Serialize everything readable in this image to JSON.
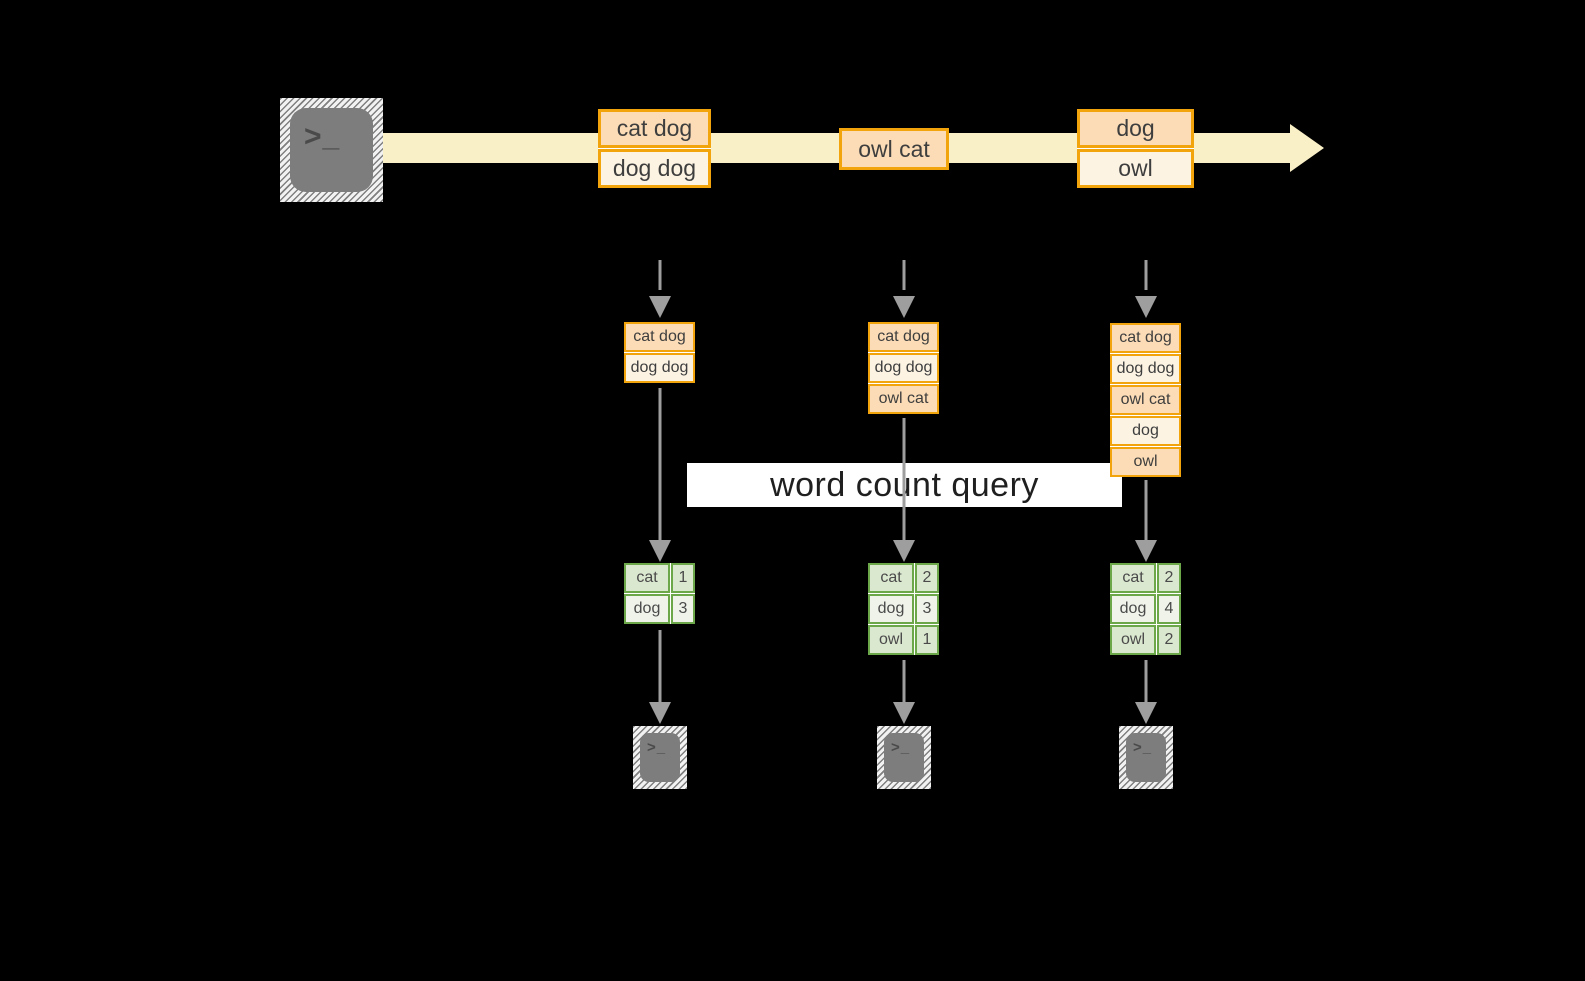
{
  "stream": {
    "source_prompt": ">_",
    "batches": [
      {
        "rows": [
          "cat dog",
          "dog dog"
        ]
      },
      {
        "rows": [
          "owl cat"
        ]
      },
      {
        "rows": [
          "dog",
          "owl"
        ]
      }
    ]
  },
  "query_label": "word count query",
  "columns": [
    {
      "input_rows": [
        "cat dog",
        "dog dog"
      ],
      "counts": [
        {
          "word": "cat",
          "count": "1"
        },
        {
          "word": "dog",
          "count": "3"
        }
      ],
      "output_prompt": ">_"
    },
    {
      "input_rows": [
        "cat dog",
        "dog dog",
        "owl cat"
      ],
      "counts": [
        {
          "word": "cat",
          "count": "2"
        },
        {
          "word": "dog",
          "count": "3"
        },
        {
          "word": "owl",
          "count": "1"
        }
      ],
      "output_prompt": ">_"
    },
    {
      "input_rows": [
        "cat dog",
        "dog dog",
        "owl cat",
        "dog",
        "owl"
      ],
      "counts": [
        {
          "word": "cat",
          "count": "2"
        },
        {
          "word": "dog",
          "count": "4"
        },
        {
          "word": "owl",
          "count": "2"
        }
      ],
      "output_prompt": ">_"
    }
  ],
  "colors": {
    "background": "#000000",
    "stream_fill": "#FAF0C8",
    "box_border": "#F1A40B",
    "box_fill_dark": "#FBDCB6",
    "box_fill_light": "#FCF3E3",
    "table_border": "#6CA84A",
    "table_fill_dark": "#DBE8D0",
    "table_fill_light": "#EFF3EA",
    "arrow_gray": "#9E9E9E",
    "terminal_gray": "#7D7D7D",
    "query_band": "#FFFFFF"
  }
}
